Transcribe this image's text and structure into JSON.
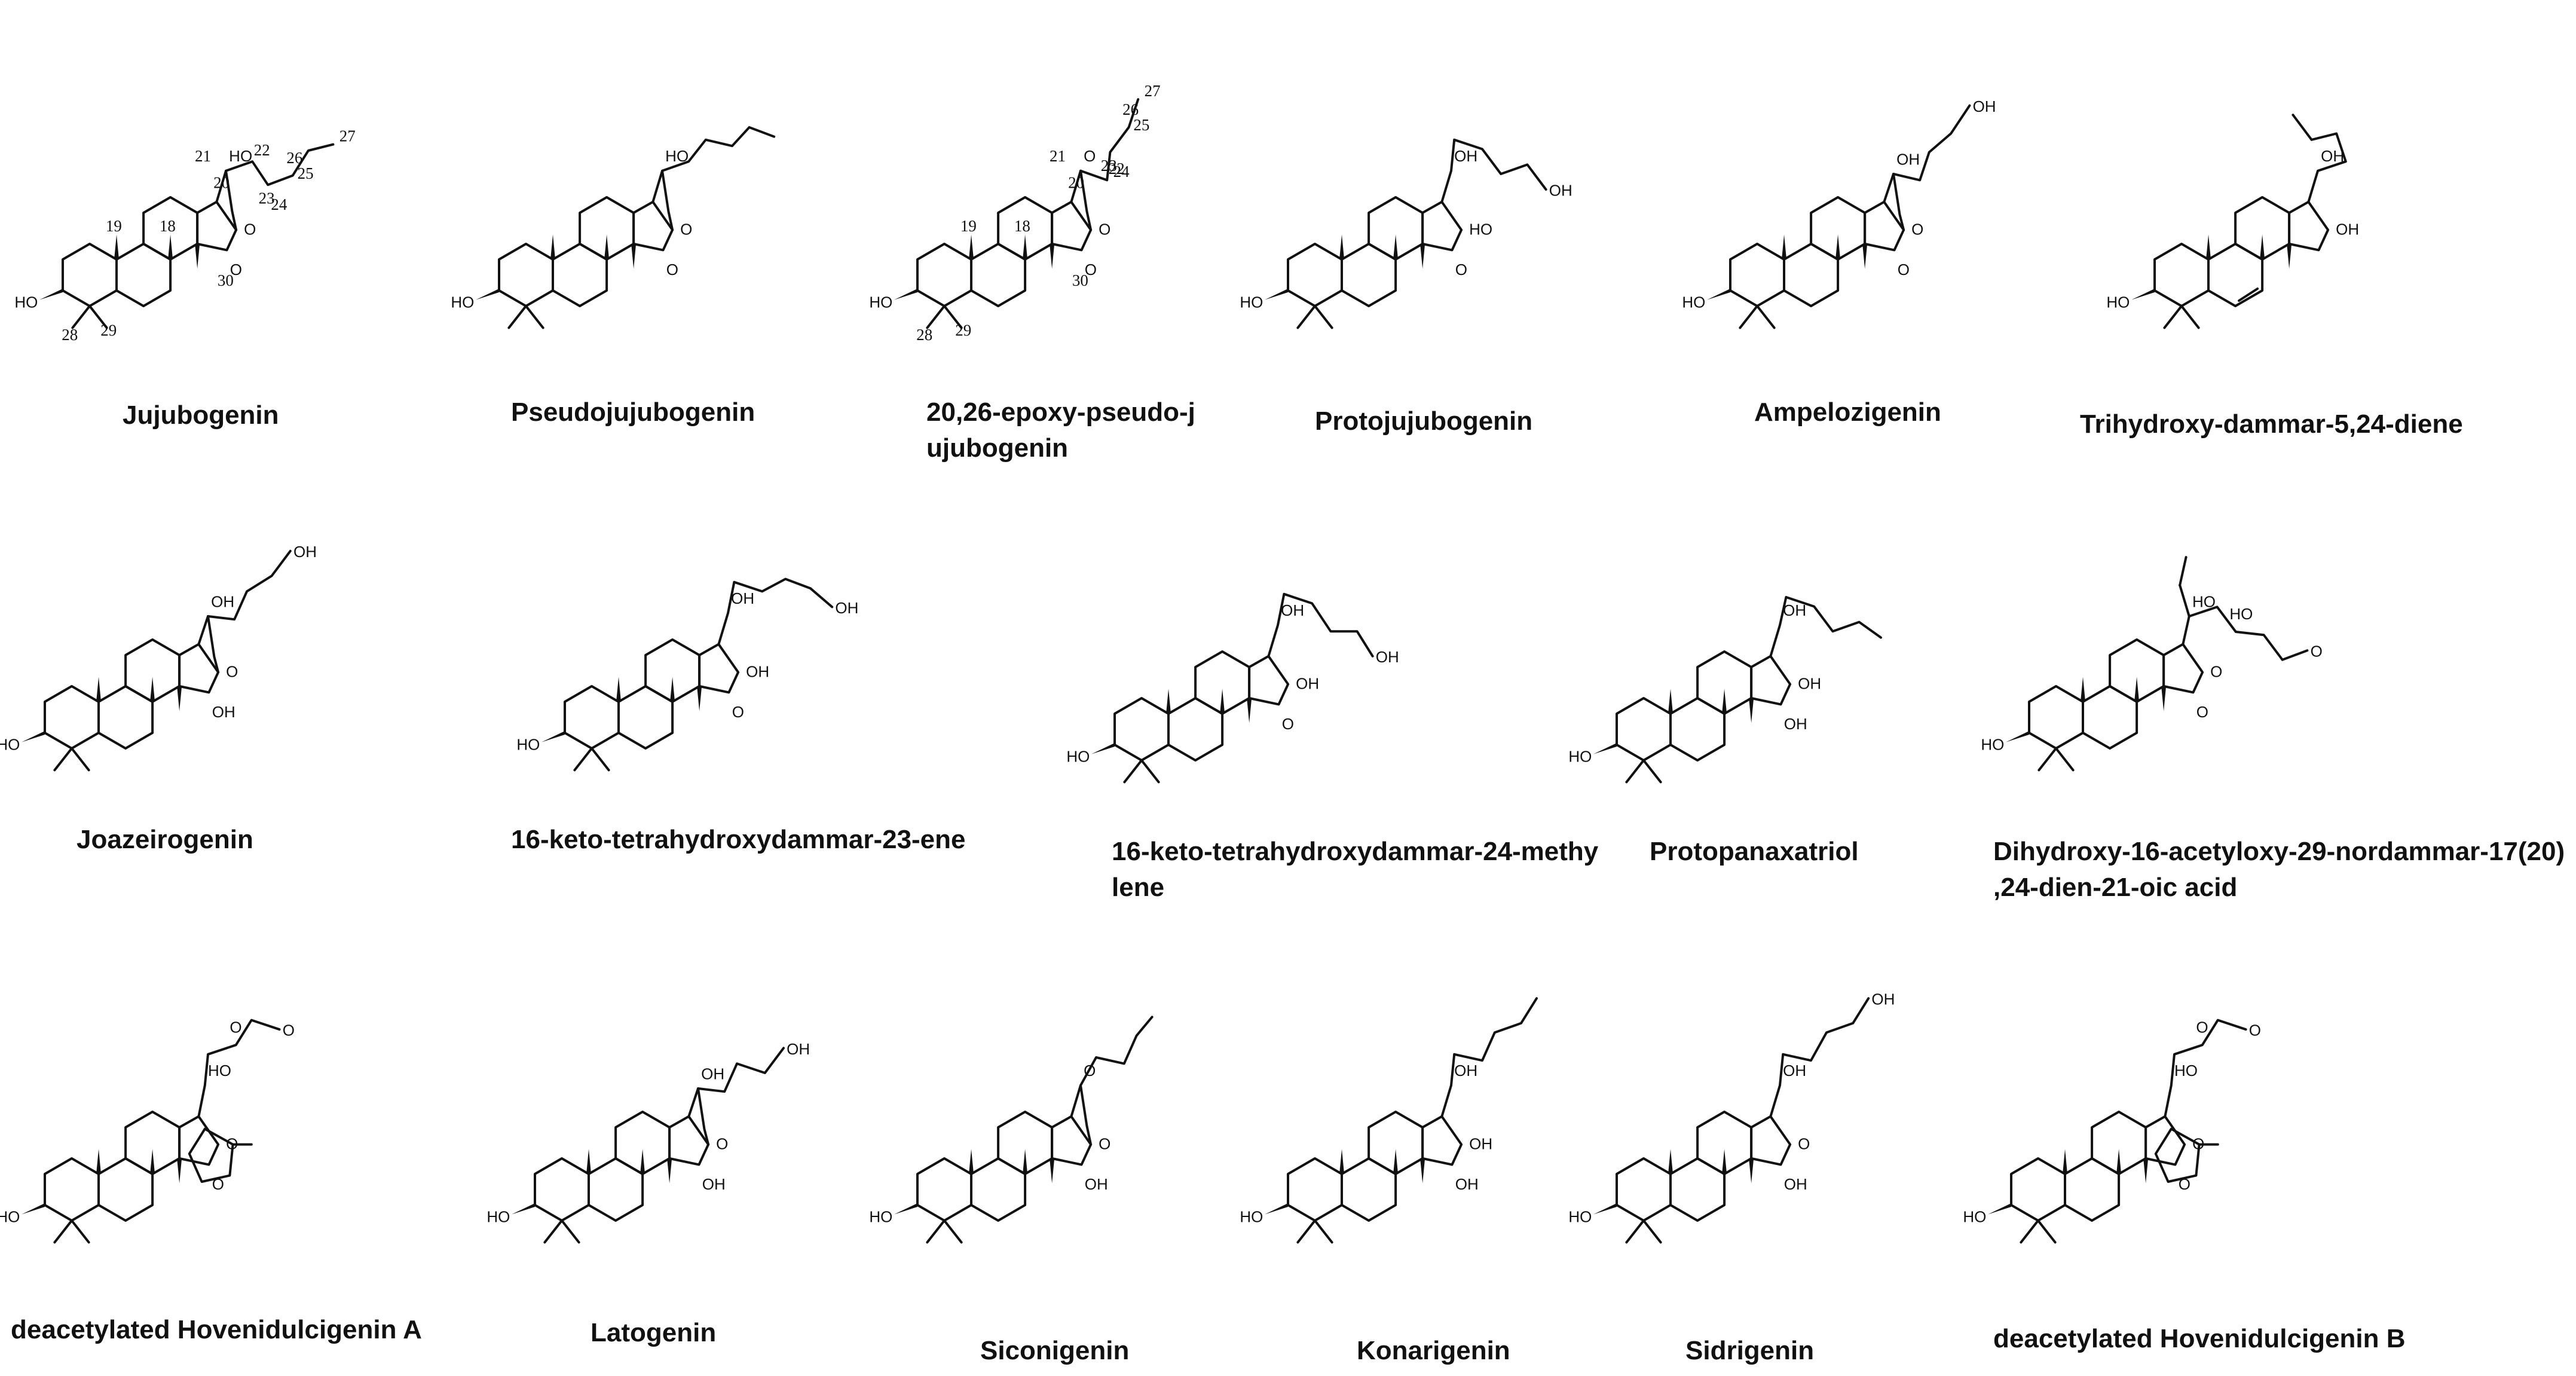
{
  "compounds": [
    {
      "name": "Jujubogenin",
      "labels": [
        "HO",
        "HO",
        "O",
        "O"
      ],
      "numbers": [
        "19",
        "18",
        "21",
        "20",
        "22",
        "23",
        "24",
        "25",
        "26",
        "27",
        "28",
        "29",
        "30"
      ]
    },
    {
      "name": "Pseudojujubogenin",
      "labels": [
        "HO",
        "HO",
        "O",
        "O"
      ]
    },
    {
      "name": "20,26-epoxy-pseudo-jujubogenin",
      "labels": [
        "HO",
        "O",
        "O",
        "O"
      ],
      "numbers": [
        "19",
        "18",
        "21",
        "20",
        "22",
        "23",
        "24",
        "25",
        "26",
        "27",
        "28",
        "29",
        "30"
      ]
    },
    {
      "name": "Protojujubogenin",
      "labels": [
        "HO",
        "OH",
        "HO",
        "O",
        "OH"
      ]
    },
    {
      "name": "Ampelozigenin",
      "labels": [
        "HO",
        "OH",
        "O",
        "O",
        "OH"
      ]
    },
    {
      "name": "Trihydroxy-dammar-5,24-diene",
      "labels": [
        "HO",
        "OH",
        "OH"
      ]
    },
    {
      "name": "Joazeirogenin",
      "labels": [
        "HO",
        "OH",
        "O",
        "OH",
        "OH"
      ]
    },
    {
      "name": "16-keto-tetrahydroxydammar-23-ene",
      "labels": [
        "HO",
        "OH",
        "OH",
        "O",
        "OH"
      ]
    },
    {
      "name": "16-keto-tetrahydroxydammar-24-methylene",
      "labels": [
        "HO",
        "OH",
        "OH",
        "O",
        "OH"
      ]
    },
    {
      "name": "Protopanaxatriol",
      "labels": [
        "HO",
        "OH",
        "OH",
        "OH"
      ]
    },
    {
      "name": "Dihydroxy-16-acetyloxy-29-nordammar-17(20),24-dien-21-oic acid",
      "labels": [
        "HO",
        "HO",
        "O",
        "O",
        "O",
        "HO"
      ]
    },
    {
      "name": "deacetylated Hovenidulcigenin A",
      "labels": [
        "HO",
        "HO",
        "O",
        "O",
        "O",
        "O"
      ]
    },
    {
      "name": "Latogenin",
      "labels": [
        "HO",
        "OH",
        "O",
        "OH",
        "OH"
      ]
    },
    {
      "name": "Siconigenin",
      "labels": [
        "HO",
        "O",
        "O",
        "OH"
      ]
    },
    {
      "name": "Konarigenin",
      "labels": [
        "HO",
        "OH",
        "OH",
        "OH"
      ]
    },
    {
      "name": "Sidrigenin",
      "labels": [
        "HO",
        "OH",
        "O",
        "OH",
        "OH"
      ]
    },
    {
      "name": "deacetylated Hovenidulcigenin B",
      "labels": [
        "HO",
        "HO",
        "O",
        "O",
        "O",
        "O"
      ]
    }
  ]
}
